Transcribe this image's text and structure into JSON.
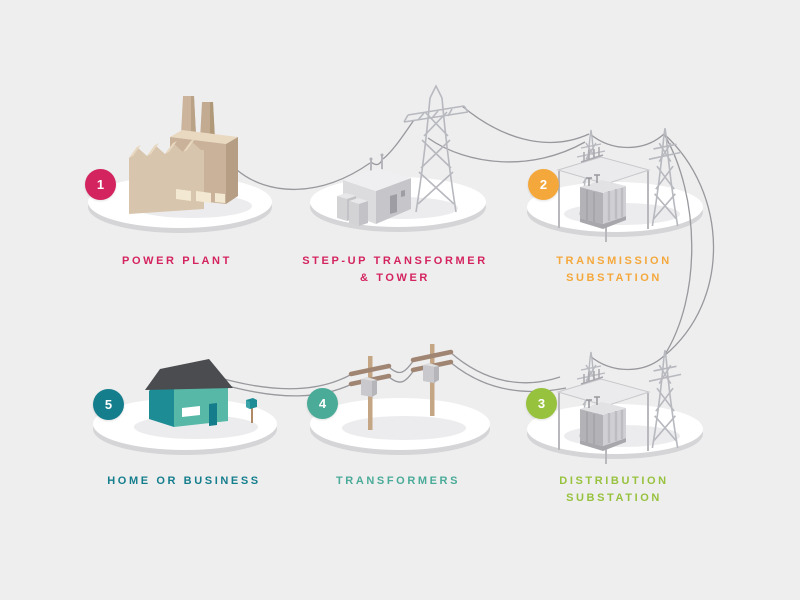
{
  "diagram": {
    "background_color": "#eeeeef",
    "wire_color": "#98989d",
    "platform_color": "#ffffff",
    "stages": [
      {
        "id": "power-plant",
        "badge": "1",
        "color": "#d4245f",
        "lines": [
          "POWER PLANT"
        ]
      },
      {
        "id": "step-up-transformer-tower",
        "badge": "",
        "color": "#d4245f",
        "lines": [
          "STEP-UP TRANSFORMER",
          "& TOWER"
        ]
      },
      {
        "id": "transmission-substation",
        "badge": "2",
        "color": "#f4a83c",
        "lines": [
          "TRANSMISSION",
          "SUBSTATION"
        ]
      },
      {
        "id": "distribution-substation",
        "badge": "3",
        "color": "#97c23d",
        "lines": [
          "DISTRIBUTION",
          "SUBSTATION"
        ]
      },
      {
        "id": "transformers",
        "badge": "4",
        "color": "#4aab98",
        "lines": [
          "TRANSFORMERS"
        ]
      },
      {
        "id": "home-or-business",
        "badge": "5",
        "color": "#157e8d",
        "lines": [
          "HOME OR BUSINESS"
        ]
      }
    ]
  }
}
